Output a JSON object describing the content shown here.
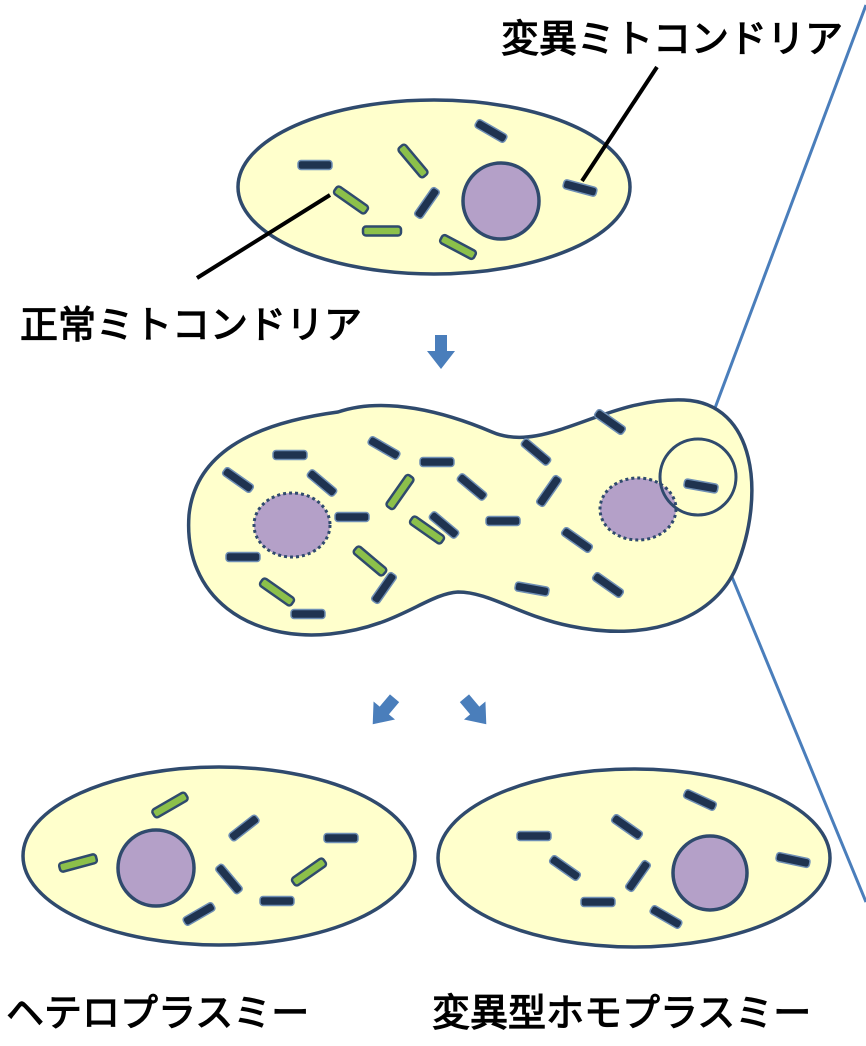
{
  "labels": {
    "mutant_mitochondria": "変異ミトコンドリア",
    "normal_mitochondria": "正常ミトコンドリア",
    "heteroplasmy": "ヘテロプラスミー",
    "mutant_homoplasmy": "変異型ホモプラスミー"
  },
  "colors": {
    "cytoplasm_fill": "#FFFFCC",
    "cell_outline": "#2F4A6D",
    "nucleus_fill": "#B4A0C8",
    "normal_mito_fill": "#8CC04A",
    "mutant_mito_fill": "#1F3350",
    "arrow": "#4A7EBB",
    "zoom_line": "#4A7EBB"
  }
}
